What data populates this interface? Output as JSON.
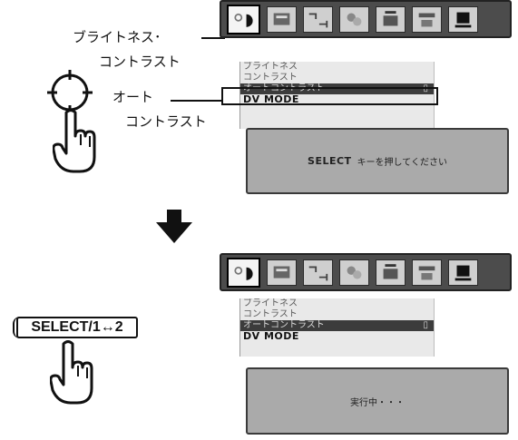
{
  "callouts": {
    "brightness_line1": "ブライトネス･",
    "brightness_line2": "コントラスト",
    "auto_line1": "オート",
    "auto_line2": "コントラスト"
  },
  "toolbar_icons": [
    "brightness-contrast-icon",
    "picture-icon",
    "size-position-icon",
    "color-icon",
    "image-adjust-icon",
    "input-setting-icon",
    "display-icon"
  ],
  "menu": {
    "items": [
      {
        "label": "ブライトネス",
        "highlighted": false
      },
      {
        "label": "コントラスト",
        "highlighted": false
      },
      {
        "label": "オートコントラスト",
        "highlighted": true
      },
      {
        "label": "DV MODE",
        "highlighted": false
      }
    ]
  },
  "message_top": {
    "key": "SELECT",
    "text": "キーを押してください"
  },
  "message_bottom": {
    "text": "実行中・・・"
  },
  "select_key": {
    "label": "SELECT/1↔2"
  }
}
